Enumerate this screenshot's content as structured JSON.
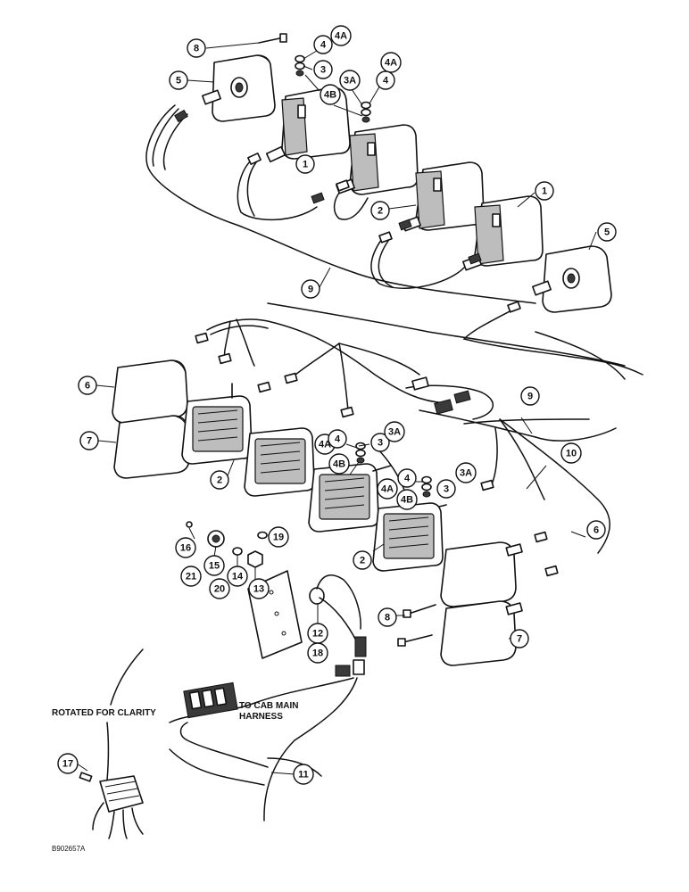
{
  "notes": {
    "rotated": "ROTATED FOR CLARITY",
    "cab_line1": "TO CAB MAIN",
    "cab_line2": "HARNESS",
    "figure_ref": "B902657A"
  },
  "callouts": [
    {
      "id": "c-8-top",
      "label": "8"
    },
    {
      "id": "c-4-top-a",
      "label": "4"
    },
    {
      "id": "c-4a-top-a",
      "label": "4A"
    },
    {
      "id": "c-5-left",
      "label": "5"
    },
    {
      "id": "c-3-top",
      "label": "3"
    },
    {
      "id": "c-3a-top",
      "label": "3A"
    },
    {
      "id": "c-4b-top",
      "label": "4B"
    },
    {
      "id": "c-4a-top-b",
      "label": "4A"
    },
    {
      "id": "c-4-top-b",
      "label": "4"
    },
    {
      "id": "c-1-left",
      "label": "1"
    },
    {
      "id": "c-2-top",
      "label": "2"
    },
    {
      "id": "c-1-right",
      "label": "1"
    },
    {
      "id": "c-5-right",
      "label": "5"
    },
    {
      "id": "c-9-top",
      "label": "9"
    },
    {
      "id": "c-6-left",
      "label": "6"
    },
    {
      "id": "c-7-left",
      "label": "7"
    },
    {
      "id": "c-2-mid-left",
      "label": "2"
    },
    {
      "id": "c-9-mid",
      "label": "9"
    },
    {
      "id": "c-4a-mid-a",
      "label": "4A"
    },
    {
      "id": "c-4-mid-a",
      "label": "4"
    },
    {
      "id": "c-3-mid-a",
      "label": "3"
    },
    {
      "id": "c-3a-mid-a",
      "label": "3A"
    },
    {
      "id": "c-4b-mid-a",
      "label": "4B"
    },
    {
      "id": "c-10",
      "label": "10"
    },
    {
      "id": "c-4-mid-b",
      "label": "4"
    },
    {
      "id": "c-3a-mid-b",
      "label": "3A"
    },
    {
      "id": "c-4a-mid-b",
      "label": "4A"
    },
    {
      "id": "c-3-mid-b",
      "label": "3"
    },
    {
      "id": "c-4b-mid-b",
      "label": "4B"
    },
    {
      "id": "c-2-mid-right",
      "label": "2"
    },
    {
      "id": "c-6-right",
      "label": "6"
    },
    {
      "id": "c-16",
      "label": "16"
    },
    {
      "id": "c-19",
      "label": "19"
    },
    {
      "id": "c-15",
      "label": "15"
    },
    {
      "id": "c-21",
      "label": "21"
    },
    {
      "id": "c-14",
      "label": "14"
    },
    {
      "id": "c-13",
      "label": "13"
    },
    {
      "id": "c-20",
      "label": "20"
    },
    {
      "id": "c-8-bottom",
      "label": "8"
    },
    {
      "id": "c-7-right",
      "label": "7"
    },
    {
      "id": "c-12",
      "label": "12"
    },
    {
      "id": "c-18",
      "label": "18"
    },
    {
      "id": "c-17",
      "label": "17"
    },
    {
      "id": "c-11",
      "label": "11"
    }
  ]
}
